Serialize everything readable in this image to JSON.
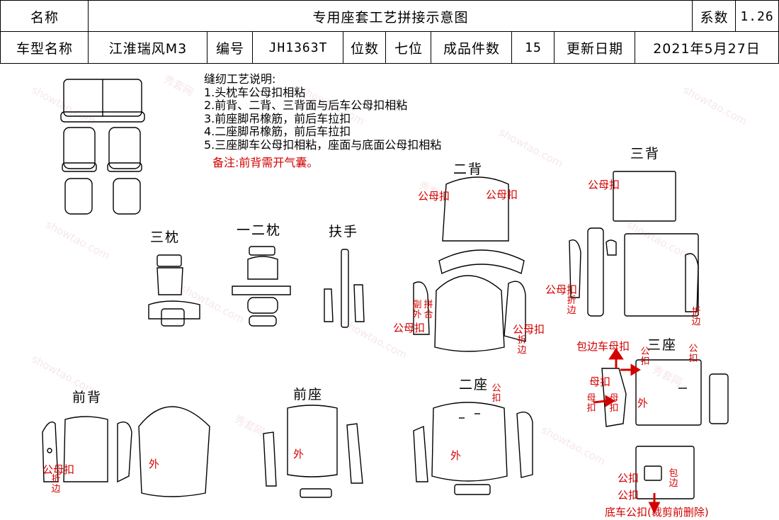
{
  "header": {
    "name_label": "名称",
    "title": "专用座套工艺拼接示意图",
    "coef_label": "系数",
    "coef_value": "1.26",
    "model_label": "车型名称",
    "model_value": "江淮瑞风M3",
    "code_label": "编号",
    "code_value": "JH1363T",
    "seat_label": "位数",
    "seat_value": "七位",
    "pieces_label": "成品件数",
    "pieces_value": "15",
    "date_label": "更新日期",
    "date_value": "2021年5月27日"
  },
  "notes": {
    "heading": "缝纫工艺说明:",
    "items": [
      "1.头枕车公母扣相粘",
      "2.前背、二背、三背面与后车公母扣相粘",
      "3.前座脚吊橡筋，前后车拉扣",
      "4.二座脚吊橡筋，前后车拉扣",
      "5.三座脚车公母扣相粘，座面与底面公母扣相粘"
    ],
    "remark": "备注:前背需开气囊。"
  },
  "sections": {
    "pillow3": "三枕",
    "pillow12": "一二枕",
    "armrest": "扶手",
    "back2": "二背",
    "back3": "三背",
    "seat3": "三座",
    "front_back": "前背",
    "front_seat": "前座",
    "seat2": "二座"
  },
  "annotations": {
    "gmk": "公母扣",
    "gk": "公扣",
    "mk": "母扣",
    "wai": "外",
    "zhebian": "折边",
    "baobian": "包边",
    "baobian_chemk": "包边车母扣",
    "fuwai": "副外",
    "pinghe": "拼合",
    "bottom_note": "底车公扣(裁剪前删除)"
  },
  "watermark": "showtao.com",
  "watermark_cn": "秀套网",
  "colors": {
    "annotation": "#d40000",
    "line": "#000000"
  }
}
